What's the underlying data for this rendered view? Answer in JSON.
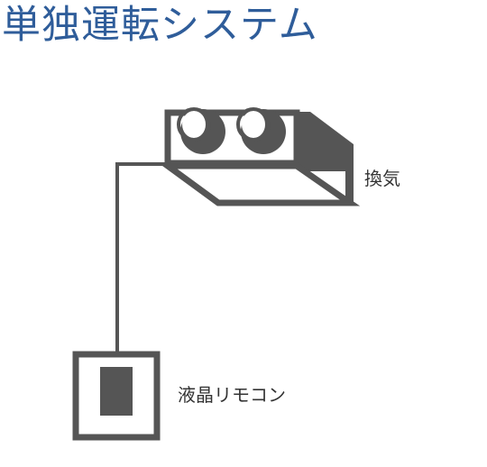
{
  "title": "単独運転システム",
  "labels": {
    "ventilation": "換気",
    "remote": "液晶リモコン"
  },
  "colors": {
    "title": "#2f5d9a",
    "device": "#555555",
    "text": "#333333"
  }
}
